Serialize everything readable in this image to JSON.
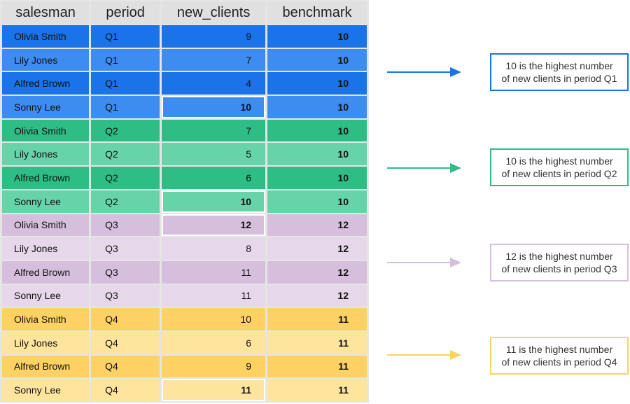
{
  "table": {
    "headers": [
      "salesman",
      "period",
      "new_clients",
      "benchmark"
    ],
    "rows": [
      {
        "salesman": "Olivia Smith",
        "period": "Q1",
        "new_clients": "9",
        "benchmark": "10",
        "shade": "q1a",
        "highlight": false
      },
      {
        "salesman": "Lily Jones",
        "period": "Q1",
        "new_clients": "7",
        "benchmark": "10",
        "shade": "q1b",
        "highlight": false
      },
      {
        "salesman": "Alfred Brown",
        "period": "Q1",
        "new_clients": "4",
        "benchmark": "10",
        "shade": "q1a",
        "highlight": false
      },
      {
        "salesman": "Sonny Lee",
        "period": "Q1",
        "new_clients": "10",
        "benchmark": "10",
        "shade": "q1b",
        "highlight": true
      },
      {
        "salesman": "Olivia Smith",
        "period": "Q2",
        "new_clients": "7",
        "benchmark": "10",
        "shade": "q2a",
        "highlight": false
      },
      {
        "salesman": "Lily Jones",
        "period": "Q2",
        "new_clients": "5",
        "benchmark": "10",
        "shade": "q2b",
        "highlight": false
      },
      {
        "salesman": "Alfred Brown",
        "period": "Q2",
        "new_clients": "6",
        "benchmark": "10",
        "shade": "q2a",
        "highlight": false
      },
      {
        "salesman": "Sonny Lee",
        "period": "Q2",
        "new_clients": "10",
        "benchmark": "10",
        "shade": "q2b",
        "highlight": true
      },
      {
        "salesman": "Olivia Smith",
        "period": "Q3",
        "new_clients": "12",
        "benchmark": "12",
        "shade": "q3a",
        "highlight": true
      },
      {
        "salesman": "Lily Jones",
        "period": "Q3",
        "new_clients": "8",
        "benchmark": "12",
        "shade": "q3b",
        "highlight": false
      },
      {
        "salesman": "Alfred Brown",
        "period": "Q3",
        "new_clients": "11",
        "benchmark": "12",
        "shade": "q3a",
        "highlight": false
      },
      {
        "salesman": "Sonny Lee",
        "period": "Q3",
        "new_clients": "11",
        "benchmark": "12",
        "shade": "q3b",
        "highlight": false
      },
      {
        "salesman": "Olivia Smith",
        "period": "Q4",
        "new_clients": "10",
        "benchmark": "11",
        "shade": "q4a",
        "highlight": false
      },
      {
        "salesman": "Lily Jones",
        "period": "Q4",
        "new_clients": "6",
        "benchmark": "11",
        "shade": "q4b",
        "highlight": false
      },
      {
        "salesman": "Alfred Brown",
        "period": "Q4",
        "new_clients": "9",
        "benchmark": "11",
        "shade": "q4a",
        "highlight": false
      },
      {
        "salesman": "Sonny Lee",
        "period": "Q4",
        "new_clients": "11",
        "benchmark": "11",
        "shade": "q4b",
        "highlight": true
      }
    ]
  },
  "annotations": [
    {
      "text": "10 is the highest number\nof new clients in period Q1",
      "color": "#1a73e8"
    },
    {
      "text": "10 is the highest number\nof new clients in period Q2",
      "color": "#2fbd86"
    },
    {
      "text": "12 is the highest number\nof new clients in period Q3",
      "color": "#d6bfdd"
    },
    {
      "text": "11 is the highest number\nof new clients in period Q4",
      "color": "#fdd163"
    }
  ]
}
